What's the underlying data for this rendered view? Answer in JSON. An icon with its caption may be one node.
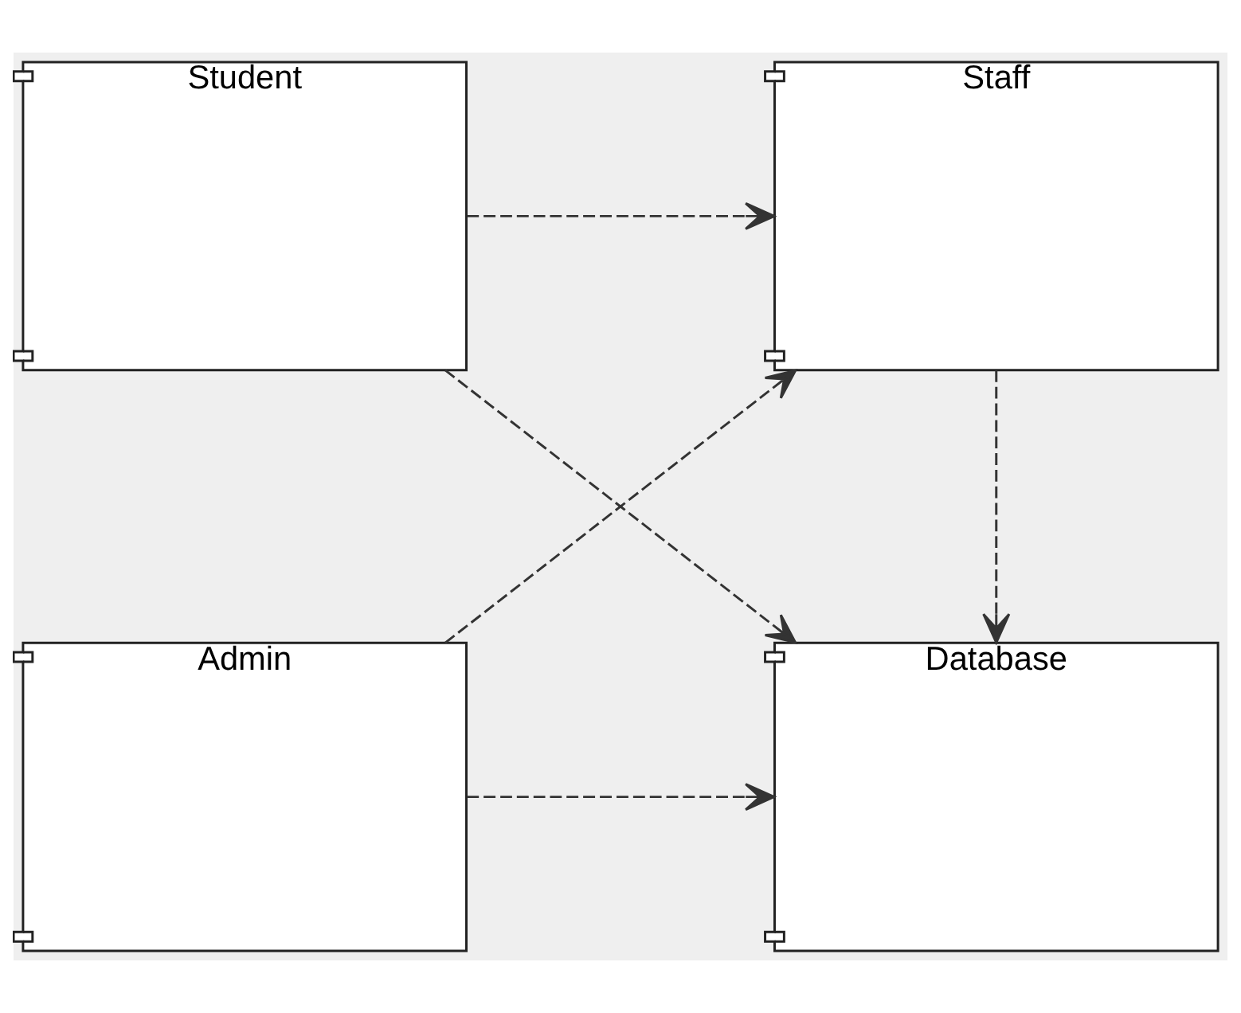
{
  "diagram": {
    "nodes": [
      {
        "text": [
          "Student"
        ]
      },
      {
        "text": [
          "Staff"
        ]
      },
      {
        "text": [
          "Admin"
        ]
      },
      {
        "text": [
          "Database"
        ]
      }
    ],
    "edges": [
      {
        "from": 0,
        "to": 1,
        "arrow": "to",
        "style": "dashed"
      },
      {
        "from": 0,
        "to": 3,
        "arrow": "to",
        "style": "dashed"
      },
      {
        "from": 2,
        "to": 1,
        "arrow": "to",
        "style": "dashed"
      },
      {
        "from": 1,
        "to": 3,
        "arrow": "to",
        "style": "dashed"
      },
      {
        "from": 2,
        "to": 3,
        "arrow": "to",
        "style": "dashed"
      }
    ]
  }
}
